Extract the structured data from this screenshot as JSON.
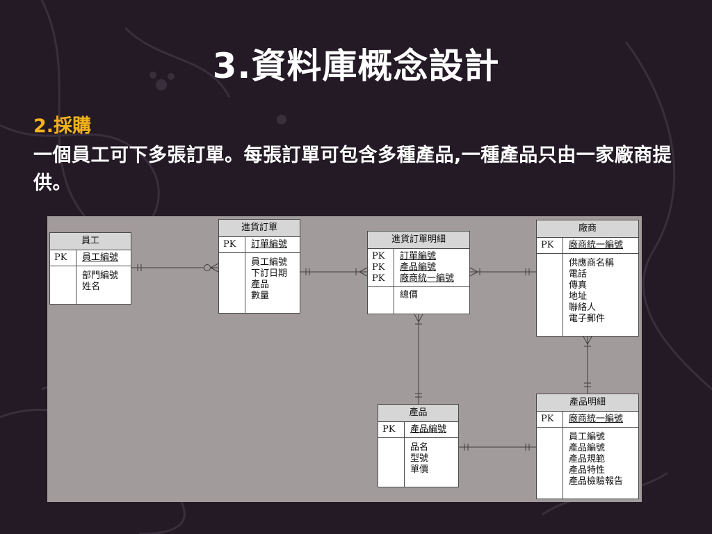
{
  "slide": {
    "title": "3.資料庫概念設計",
    "section_heading": "2.採購",
    "description": "一個員工可下多張訂單。每張訂單可包含多種產品,一種產品只由一家廠商提供。"
  },
  "colors": {
    "background": "#231a26",
    "title": "#ffffff",
    "heading": "#f2b21a",
    "panel": "#a29b9b",
    "entity_header": "#d6d6d6"
  },
  "diagram": {
    "entities": [
      {
        "id": "employee",
        "title": "員工",
        "pk_labels": [
          "PK"
        ],
        "pk_fields": [
          "員工編號"
        ],
        "attributes": [
          "部門編號",
          "姓名"
        ]
      },
      {
        "id": "purchase-order",
        "title": "進貨訂單",
        "pk_labels": [
          "PK"
        ],
        "pk_fields": [
          "訂單編號"
        ],
        "attributes": [
          "員工編號",
          "下訂日期",
          "產品",
          "數量"
        ]
      },
      {
        "id": "order-detail",
        "title": "進貨訂單明細",
        "pk_labels": [
          "PK",
          "PK",
          "PK"
        ],
        "pk_fields": [
          "訂單編號",
          "產品編號",
          "廠商統一編號"
        ],
        "attributes": [
          "總價"
        ]
      },
      {
        "id": "vendor",
        "title": "廠商",
        "pk_labels": [
          "PK"
        ],
        "pk_fields": [
          "廠商統一編號"
        ],
        "attributes": [
          "供應商名稱",
          "電話",
          "傳真",
          "地址",
          "聯絡人",
          "電子郵件"
        ]
      },
      {
        "id": "product",
        "title": "產品",
        "pk_labels": [
          "PK"
        ],
        "pk_fields": [
          "產品編號"
        ],
        "attributes": [
          "品名",
          "型號",
          "單價"
        ]
      },
      {
        "id": "product-detail",
        "title": "產品明細",
        "pk_labels": [
          "PK"
        ],
        "pk_fields": [
          "廠商統一編號"
        ],
        "attributes": [
          "員工編號",
          "產品編號",
          "產品規範",
          "產品特性",
          "產品檢驗報告"
        ]
      }
    ]
  }
}
